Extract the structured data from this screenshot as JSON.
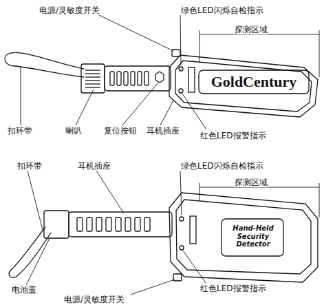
{
  "diagram": {
    "labels": [
      "电源/灵敏度开关",
      "绿色LED闪烁自检指示",
      "探测区域",
      "GoldCentury",
      "扣环带",
      "喇叭",
      "复位按钮",
      "耳机插座",
      "红色LED报警指示",
      "扣环带",
      "耳机插座",
      "绿色LED闪烁自检指示",
      "探测区域",
      "Hand-Held Security Detector",
      "电池盖",
      "电源/灵敏度开关",
      "红色LED报警指示"
    ]
  }
}
